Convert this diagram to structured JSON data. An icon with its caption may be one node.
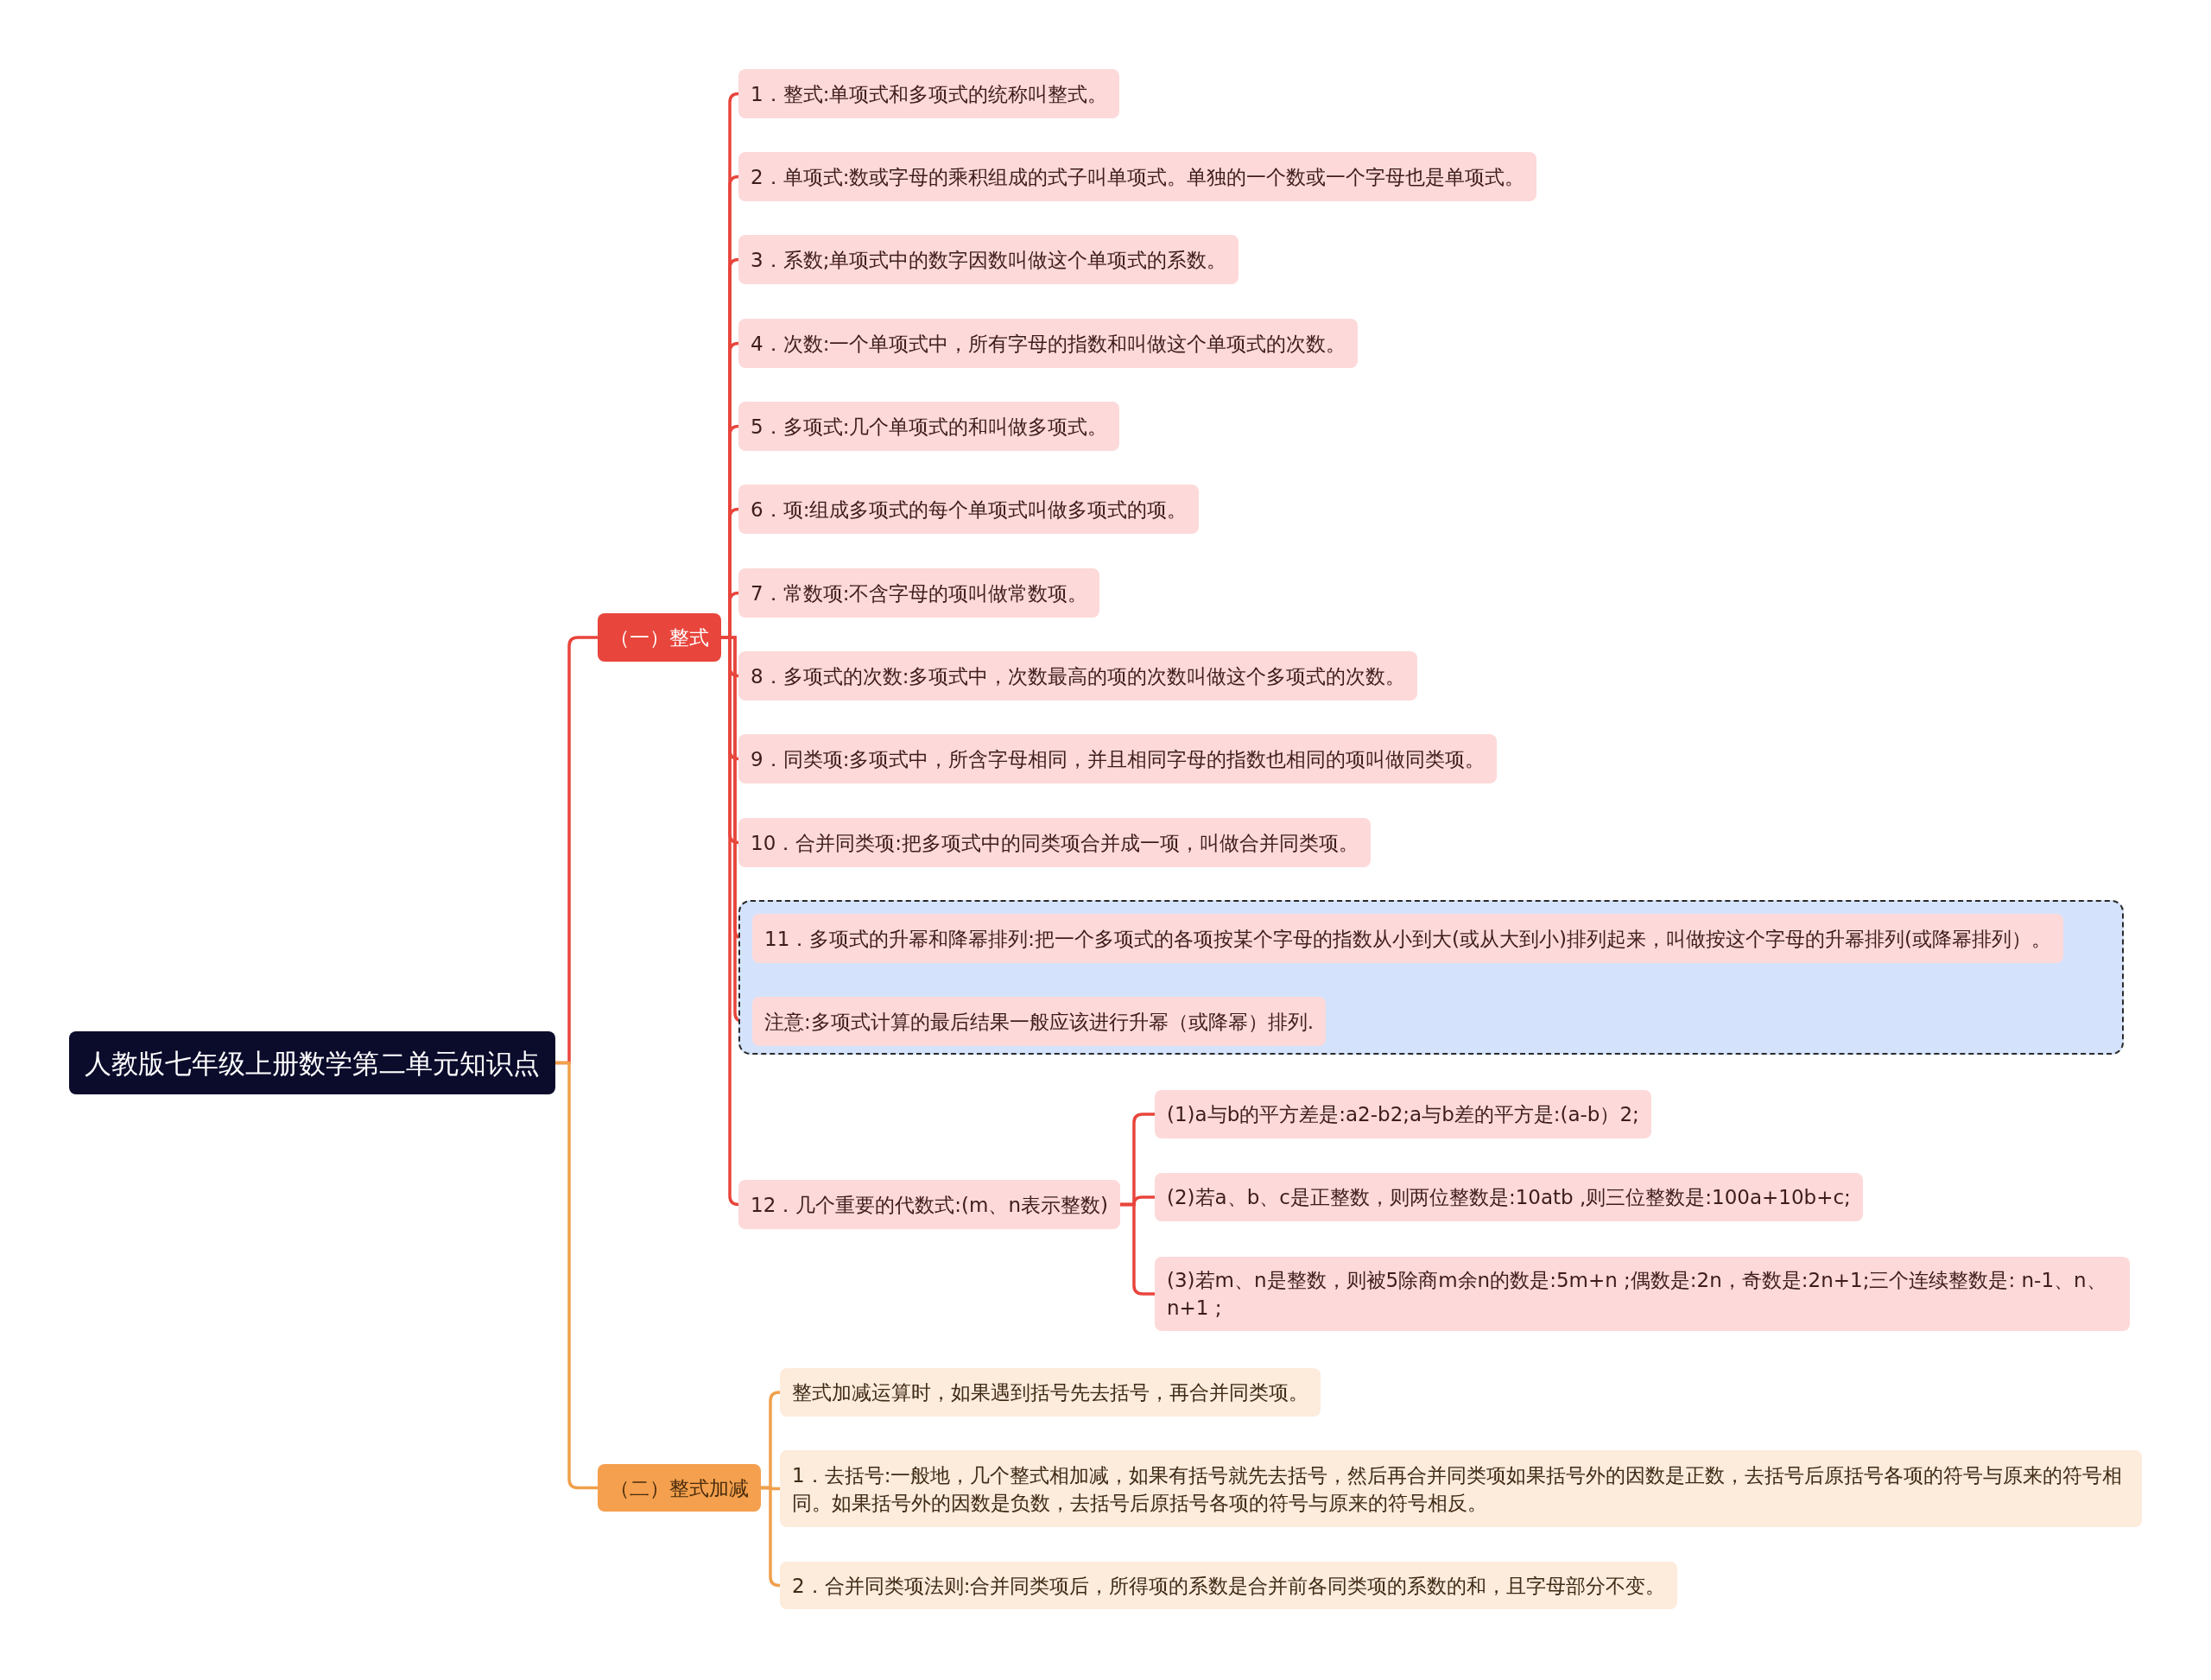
{
  "diagram": {
    "nodes": [
      {
        "text": [
          "人教版七年级上册数学第二单元知识点"
        ]
      },
      {
        "text": [
          "（一）整式"
        ]
      },
      {
        "text": [
          "1．整式:单项式和多项式的统称叫整式。"
        ]
      },
      {
        "text": [
          "2．单项式:数或字母的乘积组成的式子叫单项式。单独的一个数或一个字母也是单项式。"
        ]
      },
      {
        "text": [
          "3．系数;单项式中的数字因数叫做这个单项式的系数。"
        ]
      },
      {
        "text": [
          "4．次数:一个单项式中，所有字母的指数和叫做这个单项式的次数。"
        ]
      },
      {
        "text": [
          "5．多项式:几个单项式的和叫做多项式。"
        ]
      },
      {
        "text": [
          "6．项:组成多项式的每个单项式叫做多项式的项。"
        ]
      },
      {
        "text": [
          "7．常数项:不含字母的项叫做常数项。"
        ]
      },
      {
        "text": [
          "8．多项式的次数:多项式中，次数最高的项的次数叫做这个多项式的次数。"
        ]
      },
      {
        "text": [
          "9．同类项:多项式中，所含字母相同，并且相同字母的指数也相同的项叫做同类项。"
        ]
      },
      {
        "text": [
          "10．合并同类项:把多项式中的同类项合并成一项，叫做合并同类项。"
        ]
      },
      {
        "text": [],
        "shape": "box"
      },
      {
        "text": [
          "11．多项式的升幂和降幂排列:把一个多项式的各项按某个字母的指数从小到大(或从大到小)排列起来，叫做按这个字母的升幂排列(或降幂排列）。"
        ],
        "in": 12
      },
      {
        "text": [
          "注意:多项式计算的最后结果一般应该进行升幂（或降幂）排列."
        ],
        "in": 12
      },
      {
        "text": [
          "12．几个重要的代数式:(m、n表示整数)"
        ]
      },
      {
        "text": [
          "(1)a与b的平方差是:a2-b2;a与b差的平方是:(a-b）2;"
        ]
      },
      {
        "text": [
          "(2)若a、b、c是正整数，则两位整数是:10atb ,则三位整数是:100a+10b+c;"
        ]
      },
      {
        "text": [
          "(3)若m、n是整数，则被5除商m余n的数是:5m+n ;偶数是:2n，奇数是:2n+1;三个连续整数是: n-1、n、n+1 ;"
        ]
      },
      {
        "text": [
          "（二）整式加减"
        ]
      },
      {
        "text": [
          "整式加减运算时，如果遇到括号先去括号，再合并同类项。"
        ]
      },
      {
        "text": [
          "1．去括号:一般地，几个整式相加减，如果有括号就先去括号，然后再合并同类项如果括号外的因数是正数，去括号后原括号各项的符号与原来的符号相同。如果括号外的因数是负数，去括号后原括号各项的符号与原来的符号相反。"
        ]
      },
      {
        "text": [
          "2．合并同类项法则:合并同类项后，所得项的系数是合并前各同类项的系数的和，且字母部分不变。"
        ]
      }
    ],
    "edges": [
      {
        "from": 0,
        "to": 1,
        "arrow": "none"
      },
      {
        "from": 0,
        "to": 19,
        "arrow": "none",
        "color": "#f0a04b"
      },
      {
        "from": 1,
        "to": 2,
        "arrow": "none"
      },
      {
        "from": 1,
        "to": 3,
        "arrow": "none"
      },
      {
        "from": 1,
        "to": 4,
        "arrow": "none"
      },
      {
        "from": 1,
        "to": 5,
        "arrow": "none"
      },
      {
        "from": 1,
        "to": 6,
        "arrow": "none"
      },
      {
        "from": 1,
        "to": 7,
        "arrow": "none"
      },
      {
        "from": 1,
        "to": 8,
        "arrow": "none"
      },
      {
        "from": 1,
        "to": 9,
        "arrow": "none"
      },
      {
        "from": 1,
        "to": 10,
        "arrow": "none"
      },
      {
        "from": 1,
        "to": 11,
        "arrow": "none"
      },
      {
        "from": 1,
        "to": 13,
        "arrow": "none"
      },
      {
        "from": 1,
        "to": 14,
        "arrow": "none"
      },
      {
        "from": 1,
        "to": 15,
        "arrow": "none"
      },
      {
        "from": 15,
        "to": 16,
        "arrow": "none"
      },
      {
        "from": 15,
        "to": 17,
        "arrow": "none"
      },
      {
        "from": 15,
        "to": 18,
        "arrow": "none"
      },
      {
        "from": 19,
        "to": 20,
        "arrow": "none",
        "color": "#f0a04b"
      },
      {
        "from": 19,
        "to": 21,
        "arrow": "none",
        "color": "#f0a04b"
      },
      {
        "from": 19,
        "to": 22,
        "arrow": "none",
        "color": "#f0a04b"
      }
    ]
  }
}
